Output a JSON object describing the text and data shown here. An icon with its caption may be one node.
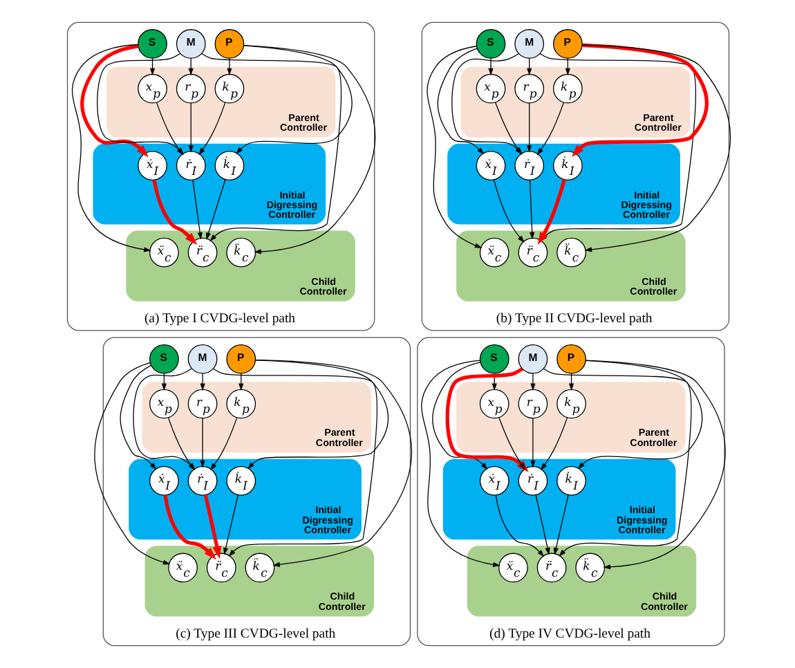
{
  "diagram": {
    "nodes": [
      {
        "text": [
          "(a) Type I CVDG-level path"
        ]
      },
      {
        "text": [
          "S"
        ],
        "in": 0
      },
      {
        "text": [
          "M"
        ],
        "in": 0
      },
      {
        "text": [
          "P"
        ],
        "in": 0
      },
      {
        "text": [
          "Parent Controller"
        ],
        "in": 0
      },
      {
        "text": [
          "x$_{p}$"
        ],
        "in": 4
      },
      {
        "text": [
          "r$_{p}$"
        ],
        "in": 4
      },
      {
        "text": [
          "k$_{p}$"
        ],
        "in": 4
      },
      {
        "text": [
          "Initial Digressing Controller"
        ],
        "in": 0
      },
      {
        "text": [
          "ẋ$_{I}$"
        ],
        "in": 8
      },
      {
        "text": [
          "ṙ$_{I}$"
        ],
        "in": 8
      },
      {
        "text": [
          "k̇$_{I}$"
        ],
        "in": 8
      },
      {
        "text": [
          "Child Controller"
        ],
        "in": 0
      },
      {
        "text": [
          "ẍ$_{c}$"
        ],
        "in": 12
      },
      {
        "text": [
          "r̈$_{c}$"
        ],
        "in": 12
      },
      {
        "text": [
          "k̈$_{c}$"
        ],
        "in": 12
      },
      {
        "text": [
          "(b) Type II CVDG-level path"
        ]
      },
      {
        "text": [
          "S"
        ],
        "in": 16
      },
      {
        "text": [
          "M"
        ],
        "in": 16
      },
      {
        "text": [
          "P"
        ],
        "in": 16
      },
      {
        "text": [
          "Parent Controller"
        ],
        "in": 16
      },
      {
        "text": [
          "x$_{p}$"
        ],
        "in": 20
      },
      {
        "text": [
          "r$_{p}$"
        ],
        "in": 20
      },
      {
        "text": [
          "k$_{p}$"
        ],
        "in": 20
      },
      {
        "text": [
          "Initial Digressing Controller"
        ],
        "in": 16
      },
      {
        "text": [
          "ẋ$_{I}$"
        ],
        "in": 24
      },
      {
        "text": [
          "ṙ$_{I}$"
        ],
        "in": 24
      },
      {
        "text": [
          "k̇$_{I}$"
        ],
        "in": 24
      },
      {
        "text": [
          "Child Controller"
        ],
        "in": 16
      },
      {
        "text": [
          "ẍ$_{c}$"
        ],
        "in": 28
      },
      {
        "text": [
          "r̈$_{c}$"
        ],
        "in": 28
      },
      {
        "text": [
          "k̈$_{c}$"
        ],
        "in": 28
      },
      {
        "text": [
          "(c) Type III CVDG-level path"
        ]
      },
      {
        "text": [
          "S"
        ],
        "in": 32
      },
      {
        "text": [
          "M"
        ],
        "in": 32
      },
      {
        "text": [
          "P"
        ],
        "in": 32
      },
      {
        "text": [
          "Parent Controller"
        ],
        "in": 32
      },
      {
        "text": [
          "x$_{p}$"
        ],
        "in": 36
      },
      {
        "text": [
          "r$_{p}$"
        ],
        "in": 36
      },
      {
        "text": [
          "k$_{p}$"
        ],
        "in": 36
      },
      {
        "text": [
          "Initial Digressing Controller"
        ],
        "in": 32
      },
      {
        "text": [
          "ẋ$_{I}$"
        ],
        "in": 40
      },
      {
        "text": [
          "ṙ$_{I}$"
        ],
        "in": 40
      },
      {
        "text": [
          "k̇$_{I}$"
        ],
        "in": 40
      },
      {
        "text": [
          "Child Controller"
        ],
        "in": 32
      },
      {
        "text": [
          "ẍ$_{c}$"
        ],
        "in": 44
      },
      {
        "text": [
          "r̈$_{c}$"
        ],
        "in": 44
      },
      {
        "text": [
          "k̈$_{c}$"
        ],
        "in": 44
      },
      {
        "text": [
          "(d) Type IV CVDG-level path"
        ]
      },
      {
        "text": [
          "S"
        ],
        "in": 48
      },
      {
        "text": [
          "M"
        ],
        "in": 48
      },
      {
        "text": [
          "P"
        ],
        "in": 48
      },
      {
        "text": [
          "Parent Controller"
        ],
        "in": 48
      },
      {
        "text": [
          "x$_{p}$"
        ],
        "in": 52
      },
      {
        "text": [
          "r$_{p}$"
        ],
        "in": 52
      },
      {
        "text": [
          "k$_{p}$"
        ],
        "in": 52
      },
      {
        "text": [
          "Initial Digressing Controller"
        ],
        "in": 48
      },
      {
        "text": [
          "ẋ$_{I}$"
        ],
        "in": 56
      },
      {
        "text": [
          "ṙ$_{I}$"
        ],
        "in": 56
      },
      {
        "text": [
          "k̇$_{I}$"
        ],
        "in": 56
      },
      {
        "text": [
          "Child Controller"
        ],
        "in": 48
      },
      {
        "text": [
          "ẍ$_{c}$"
        ],
        "in": 60
      },
      {
        "text": [
          "r̈$_{c}$"
        ],
        "in": 60
      },
      {
        "text": [
          "k̈$_{c}$"
        ],
        "in": 60
      }
    ],
    "edges": [
      {
        "from": 1,
        "to": 5,
        "arrow": "to"
      },
      {
        "from": 1,
        "to": 9,
        "arrow": "to",
        "style": "thick",
        "color": "#ff0000"
      },
      {
        "from": 1,
        "to": 13,
        "arrow": "to"
      },
      {
        "from": 2,
        "to": 6,
        "arrow": "to"
      },
      {
        "from": 2,
        "to": 10,
        "arrow": "to"
      },
      {
        "from": 2,
        "to": 14,
        "arrow": "to"
      },
      {
        "from": 3,
        "to": 7,
        "arrow": "to"
      },
      {
        "from": 3,
        "to": 11,
        "arrow": "to"
      },
      {
        "from": 3,
        "to": 15,
        "arrow": "to"
      },
      {
        "from": 5,
        "to": 10,
        "arrow": "to"
      },
      {
        "from": 6,
        "to": 10,
        "arrow": "to"
      },
      {
        "from": 7,
        "to": 10,
        "arrow": "to"
      },
      {
        "from": 9,
        "to": 14,
        "arrow": "to",
        "style": "thick",
        "color": "#ff0000"
      },
      {
        "from": 10,
        "to": 14,
        "arrow": "to"
      },
      {
        "from": 11,
        "to": 14,
        "arrow": "to"
      },
      {
        "from": 17,
        "to": 21,
        "arrow": "to"
      },
      {
        "from": 17,
        "to": 25,
        "arrow": "to"
      },
      {
        "from": 17,
        "to": 29,
        "arrow": "to"
      },
      {
        "from": 18,
        "to": 22,
        "arrow": "to"
      },
      {
        "from": 18,
        "to": 26,
        "arrow": "to"
      },
      {
        "from": 18,
        "to": 30,
        "arrow": "to"
      },
      {
        "from": 19,
        "to": 23,
        "arrow": "to"
      },
      {
        "from": 19,
        "to": 27,
        "arrow": "to",
        "style": "thick",
        "color": "#ff0000"
      },
      {
        "from": 19,
        "to": 31,
        "arrow": "to"
      },
      {
        "from": 21,
        "to": 26,
        "arrow": "to"
      },
      {
        "from": 22,
        "to": 26,
        "arrow": "to"
      },
      {
        "from": 23,
        "to": 26,
        "arrow": "to"
      },
      {
        "from": 25,
        "to": 30,
        "arrow": "to"
      },
      {
        "from": 26,
        "to": 30,
        "arrow": "to"
      },
      {
        "from": 27,
        "to": 30,
        "arrow": "to",
        "style": "thick",
        "color": "#ff0000"
      },
      {
        "from": 33,
        "to": 37,
        "arrow": "to"
      },
      {
        "from": 33,
        "to": 41,
        "arrow": "to"
      },
      {
        "from": 33,
        "to": 45,
        "arrow": "to"
      },
      {
        "from": 34,
        "to": 38,
        "arrow": "to"
      },
      {
        "from": 34,
        "to": 42,
        "arrow": "to"
      },
      {
        "from": 34,
        "to": 46,
        "arrow": "to"
      },
      {
        "from": 35,
        "to": 39,
        "arrow": "to"
      },
      {
        "from": 35,
        "to": 43,
        "arrow": "to"
      },
      {
        "from": 35,
        "to": 47,
        "arrow": "to"
      },
      {
        "from": 37,
        "to": 42,
        "arrow": "to"
      },
      {
        "from": 38,
        "to": 42,
        "arrow": "to"
      },
      {
        "from": 39,
        "to": 42,
        "arrow": "to"
      },
      {
        "from": 41,
        "to": 46,
        "arrow": "to",
        "style": "thick",
        "color": "#ff0000"
      },
      {
        "from": 42,
        "to": 46,
        "arrow": "to",
        "style": "thick",
        "color": "#ff0000"
      },
      {
        "from": 43,
        "to": 46,
        "arrow": "to"
      },
      {
        "from": 49,
        "to": 53,
        "arrow": "to"
      },
      {
        "from": 49,
        "to": 57,
        "arrow": "to"
      },
      {
        "from": 49,
        "to": 61,
        "arrow": "to"
      },
      {
        "from": 50,
        "to": 54,
        "arrow": "to"
      },
      {
        "from": 50,
        "to": 58,
        "arrow": "to",
        "style": "thick",
        "color": "#ff0000"
      },
      {
        "from": 50,
        "to": 62,
        "arrow": "to"
      },
      {
        "from": 51,
        "to": 55,
        "arrow": "to"
      },
      {
        "from": 51,
        "to": 59,
        "arrow": "to"
      },
      {
        "from": 51,
        "to": 63,
        "arrow": "to"
      },
      {
        "from": 53,
        "to": 58,
        "arrow": "to"
      },
      {
        "from": 54,
        "to": 58,
        "arrow": "to"
      },
      {
        "from": 55,
        "to": 58,
        "arrow": "to"
      },
      {
        "from": 57,
        "to": 62,
        "arrow": "to"
      },
      {
        "from": 58,
        "to": 62,
        "arrow": "to"
      },
      {
        "from": 59,
        "to": 62,
        "arrow": "to"
      }
    ]
  }
}
